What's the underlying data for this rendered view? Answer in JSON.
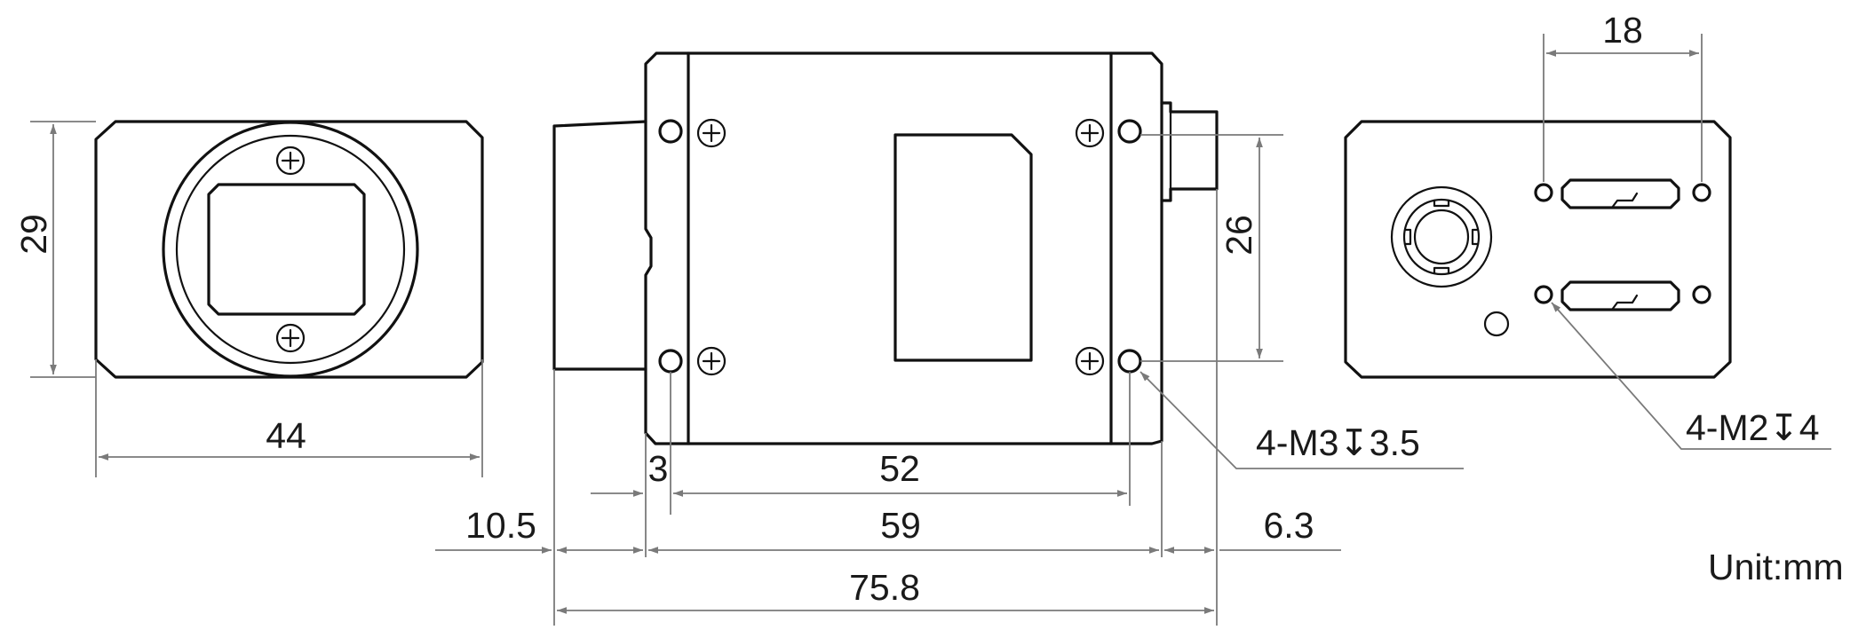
{
  "dimensions": {
    "front_width": "44",
    "front_height": "29",
    "side_inset": "3",
    "side_body": "52",
    "side_flange_to_flange": "59",
    "lens_mount_depth": "10.5",
    "connector_depth": "6.3",
    "overall_length": "75.8",
    "screw_spacing": "26",
    "rear_spacing": "18"
  },
  "callouts": {
    "side_holes": "4-M3↧3.5",
    "rear_holes": "4-M2↧4"
  },
  "unit_label": "Unit:mm"
}
